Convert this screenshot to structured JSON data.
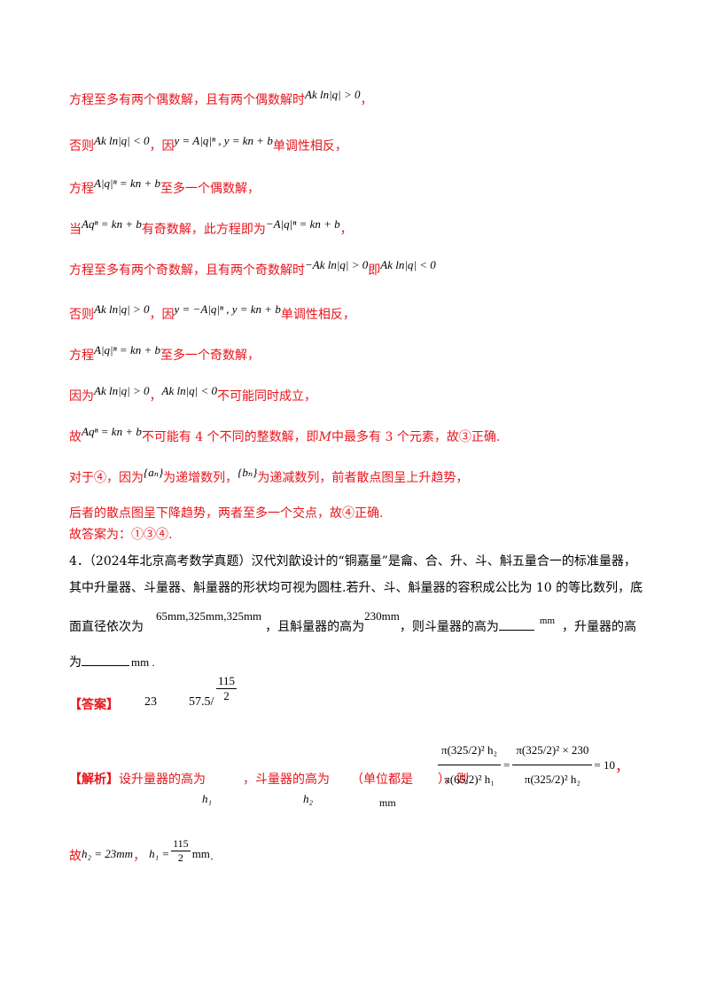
{
  "lines": {
    "l1_text": "方程至多有两个偶数解，且有两个偶数解时",
    "l1_math": "Ak ln|q| > 0",
    "l1_end": "，",
    "l2_a": "否则",
    "l2_m1": "Ak ln|q| < 0",
    "l2_b": "，因",
    "l2_m2": "y = A|q|ⁿ , y = kn + b",
    "l2_c": "单调性相反，",
    "l3_a": "方程",
    "l3_m": "A|q|ⁿ = kn + b",
    "l3_b": "至多一个偶数解，",
    "l4_a": "当",
    "l4_m1": "Aqⁿ = kn + b",
    "l4_b": "有奇数解，此方程即为",
    "l4_m2": "−A|q|ⁿ = kn + b",
    "l4_c": "，",
    "l5_a": "方程至多有两个奇数解，且有两个奇数解时",
    "l5_m1": "−Ak ln|q| > 0",
    "l5_b": "即",
    "l5_m2": "Ak ln|q| < 0",
    "l6_a": "否则",
    "l6_m1": "Ak ln|q| > 0",
    "l6_b": "，因",
    "l6_m2": "y = −A|q|ⁿ , y = kn + b",
    "l6_c": "单调性相反，",
    "l7_a": "方程",
    "l7_m": "A|q|ⁿ = kn + b",
    "l7_b": "至多一个奇数解，",
    "l8_a": "因为",
    "l8_m1": "Ak ln|q| > 0",
    "l8_b": "，",
    "l8_m2": "Ak ln|q| < 0",
    "l8_c": "不可能同时成立，",
    "l9_a": "故",
    "l9_m": "Aqⁿ = kn + b",
    "l9_b": "不可能有 4 个不同的整数解，即",
    "l9_M": "M",
    "l9_c": "中最多有 3 个元素，故③正确.",
    "l10_a": "对于④，因为",
    "l10_m1": "{aₙ}",
    "l10_b": "为递增数列，",
    "l10_m2": "{bₙ}",
    "l10_c": "为递减数列，前者散点图呈上升趋势，",
    "l11": "后者的散点图呈下降趋势，两者至多一个交点，故④正确.",
    "l12": "故答案为：①③④."
  },
  "problem": {
    "p1": "4．（2024年北京高考数学真题）汉代刘歆设计的“铜嘉量”是龠、合、升、斗、斛五量合一的标准量器，",
    "p2": "其中升量器、斗量器、斛量器的形状均可视为圆柱.若升、斗、斛量器的容积成公比为 10 的等比数列，底",
    "p3_a": "面直径依次为",
    "p3_m1": "65mm,325mm,325mm",
    "p3_b": "，且斛量器的高为",
    "p3_m2": "230mm",
    "p3_c": "，则斗量器的高为",
    "p3_unit": "mm",
    "p3_d": "，升量器的高",
    "p4_a": "为",
    "p4_b": "mm ."
  },
  "answer": {
    "label": "【答案】",
    "v1": "23",
    "v2": "57.5/",
    "frac_num": "115",
    "frac_den": "2"
  },
  "analysis": {
    "label": "【解析】",
    "t1": "设升量器的高为",
    "t2": "，斗量器的高为",
    "t3": "（单位都是",
    "t4": "），则",
    "h1": "h₁",
    "h2": "h₂",
    "unit": "mm",
    "eq_left_num": "π(325/2)² h₂",
    "eq_left_den": "π(65/2)² h₁",
    "eq_right_num": "π(325/2)² × 230",
    "eq_right_den": "π(325/2)² h₂",
    "eq_result": "= 10",
    "eq_end": "，",
    "c_a": "故",
    "c_m1": "h₂ = 23mm",
    "c_b": "，",
    "c_m2": "h₁ =",
    "c_num": "115",
    "c_den": "2",
    "c_unit": "mm",
    "c_end": "."
  }
}
